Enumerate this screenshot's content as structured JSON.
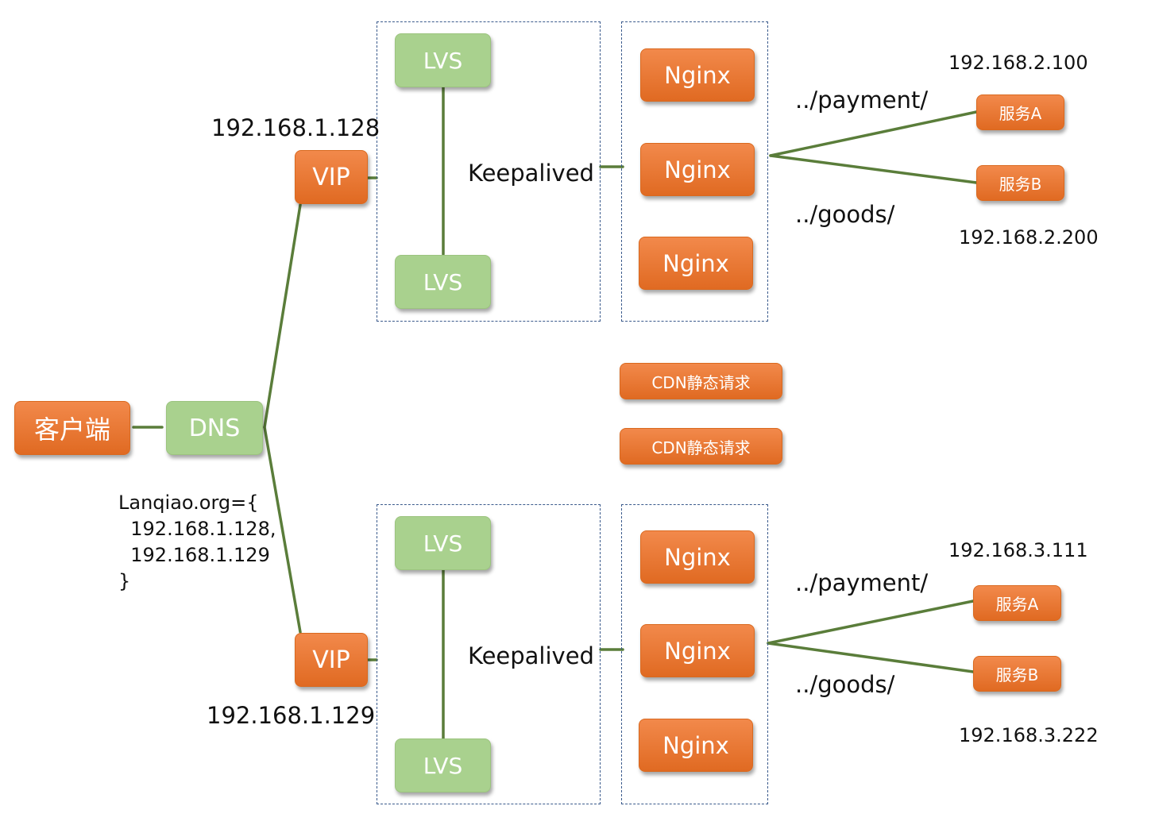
{
  "nodes": {
    "client": "客户端",
    "dns": "DNS",
    "vip": "VIP",
    "lvs": "LVS",
    "nginx": "Nginx",
    "cdn": "CDN静态请求",
    "service_a": "服务A",
    "service_b": "服务B"
  },
  "labels": {
    "vip_top_ip": "192.168.1.128",
    "vip_bottom_ip": "192.168.1.129",
    "keepalived": "Keepalived",
    "payment_path": "../payment/",
    "goods_path": "../goods/",
    "top_service_a_ip": "192.168.2.100",
    "top_service_b_ip": "192.168.2.200",
    "bottom_service_a_ip": "192.168.3.111",
    "bottom_service_b_ip": "192.168.3.222",
    "dns_record": "Lanqiao.org={\n  192.168.1.128,\n  192.168.1.129\n}"
  },
  "colors": {
    "node_orange": "#e8772e",
    "node_green": "#a9d18e",
    "connector": "#5a7d3a",
    "dashed_border": "#3a5a8c"
  }
}
